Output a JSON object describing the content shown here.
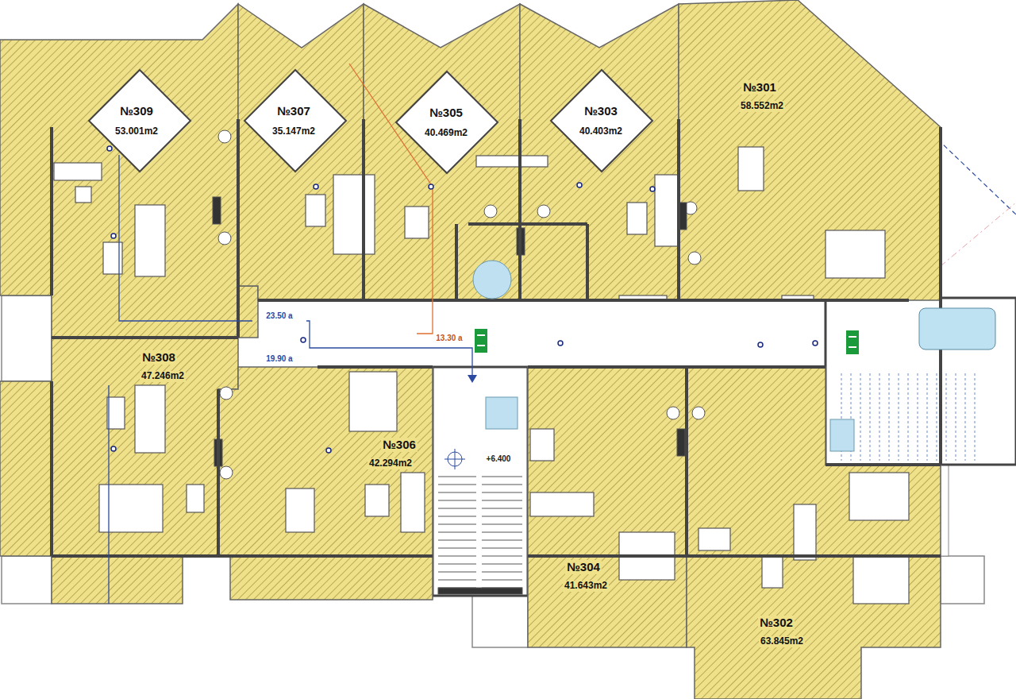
{
  "diagram": {
    "nodes": [
      {
        "text": [
          "№309",
          "53.001m2"
        ]
      },
      {
        "text": [
          "№307",
          "35.147m2"
        ]
      },
      {
        "text": [
          "№305",
          "40.469m2"
        ]
      },
      {
        "text": [
          "№303",
          "40.403m2"
        ]
      },
      {
        "text": [
          "№301",
          "58.552m2"
        ]
      },
      {
        "text": [
          "№308",
          "47.246m2"
        ]
      },
      {
        "text": [
          "№306",
          "42.294m2"
        ]
      },
      {
        "text": [
          "№304",
          "41.643m2"
        ]
      },
      {
        "text": [
          "№302",
          "63.845m2"
        ]
      }
    ],
    "labels": [
      "23.50 a",
      "19.90 a",
      "13.30 a",
      "+6.400"
    ]
  }
}
